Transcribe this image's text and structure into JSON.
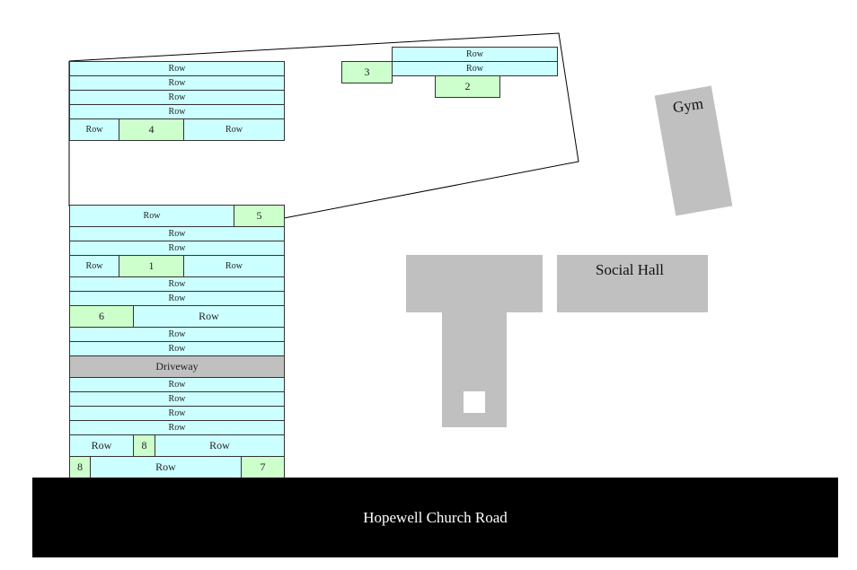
{
  "row_label": "Row",
  "spots": {
    "s1": "1",
    "s2": "2",
    "s3": "3",
    "s4": "4",
    "s5": "5",
    "s6": "6",
    "s7": "7",
    "s8a": "8",
    "s8b": "8"
  },
  "driveway": "Driveway",
  "buildings": {
    "gym": "Gym",
    "social_hall": "Social Hall"
  },
  "road": "Hopewell Church Road",
  "colors": {
    "row": "#ccffff",
    "spot": "#ccffcc",
    "building": "#c0c0c0",
    "road": "#000000"
  }
}
